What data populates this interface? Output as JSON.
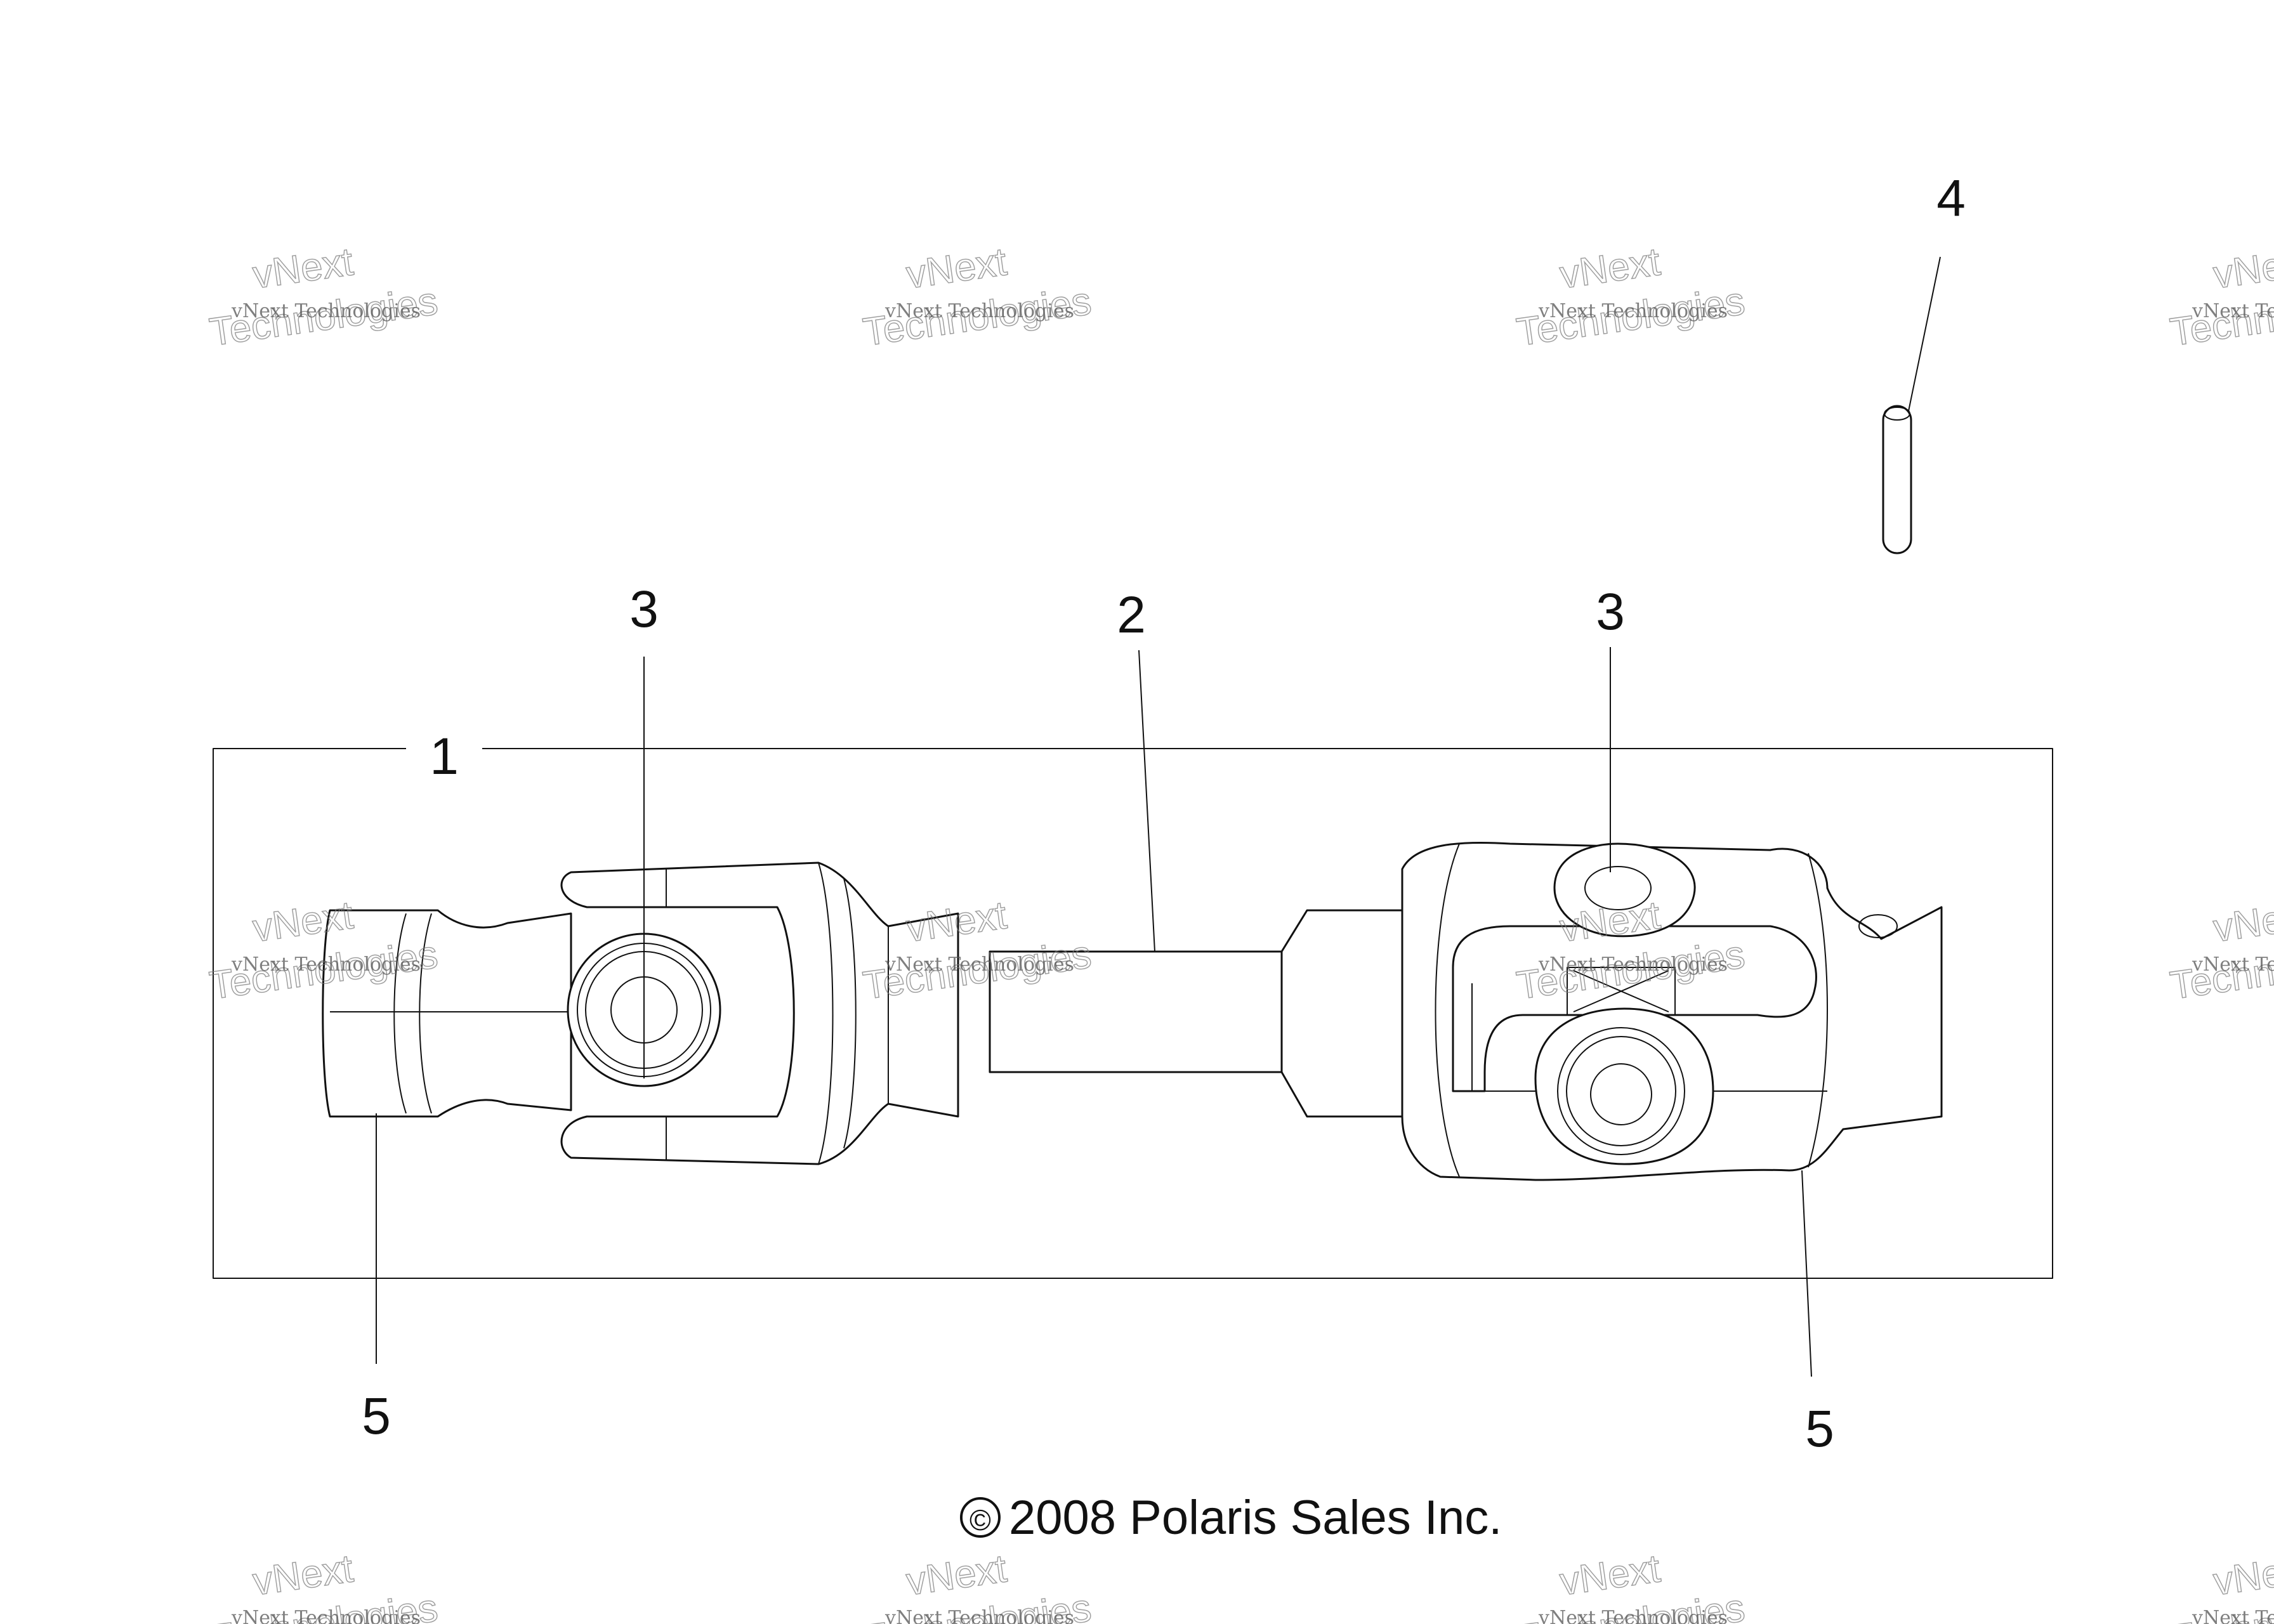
{
  "diagram": {
    "callouts": {
      "c1": "1",
      "c2": "2",
      "c3_left": "3",
      "c3_right": "3",
      "c4": "4",
      "c5_left": "5",
      "c5_right": "5"
    },
    "copyright_symbol": "©",
    "copyright_text": "2008 Polaris Sales Inc.",
    "watermark": {
      "line1": "vNext Technologies",
      "line2a": "vNext",
      "line2b": "Technologies"
    }
  }
}
